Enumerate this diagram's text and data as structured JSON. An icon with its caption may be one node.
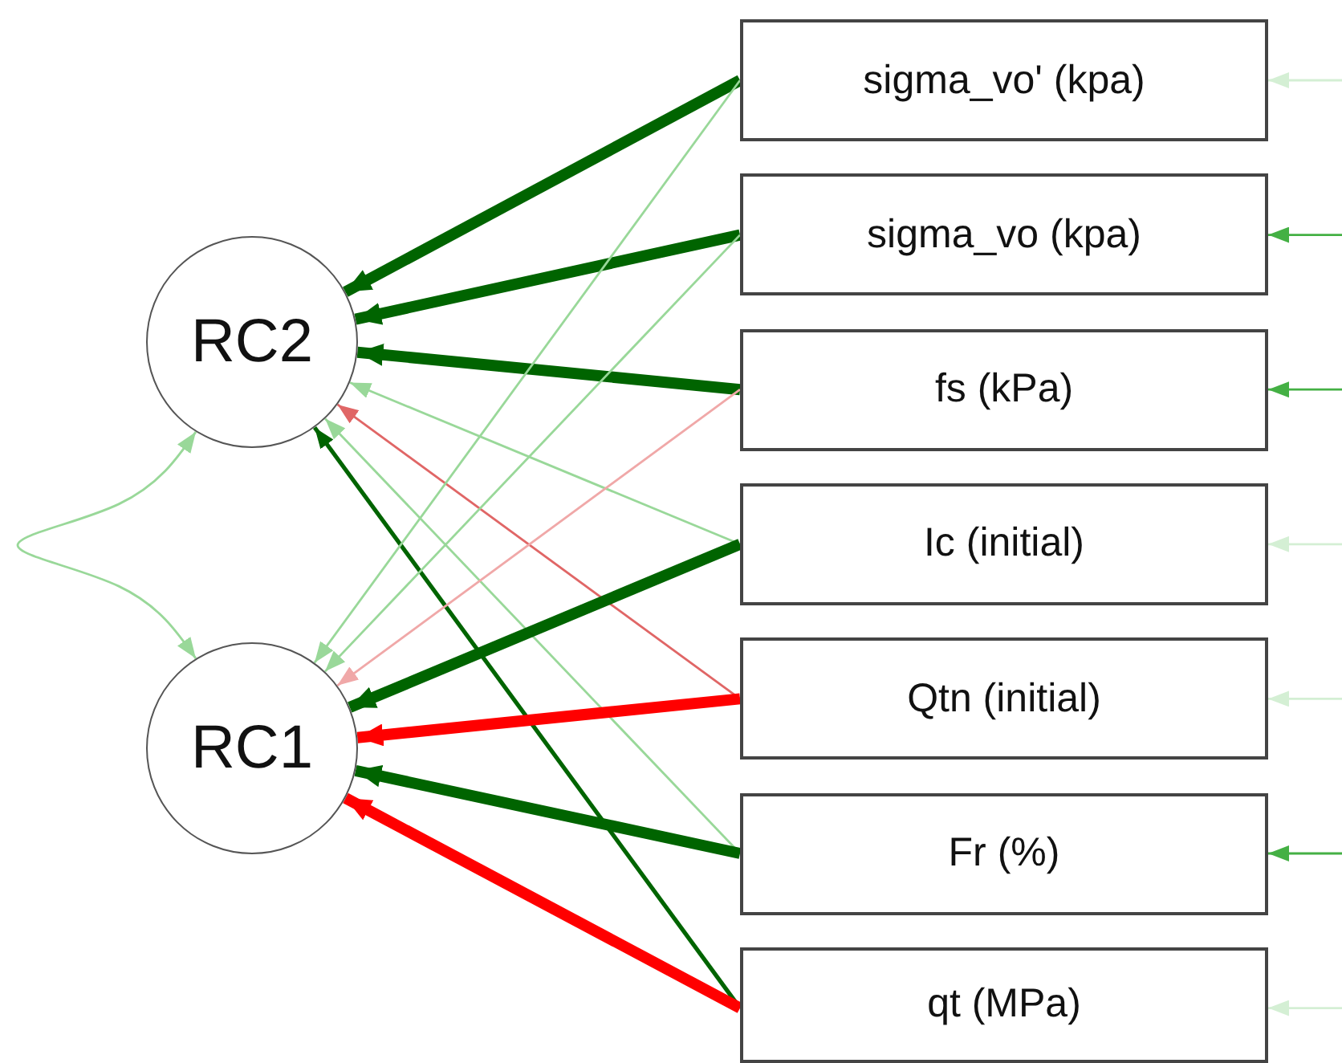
{
  "diagram": {
    "nodes": [
      {
        "text": [
          "RC2"
        ]
      },
      {
        "text": [
          "RC1"
        ]
      },
      {
        "text": [
          "sigma_vo' (kpa)"
        ]
      },
      {
        "text": [
          "sigma_vo (kpa)"
        ]
      },
      {
        "text": [
          "fs (kPa)"
        ]
      },
      {
        "text": [
          "Ic (initial)"
        ]
      },
      {
        "text": [
          "Qtn (initial)"
        ]
      },
      {
        "text": [
          "Fr (%)"
        ]
      },
      {
        "text": [
          "qt (MPa)"
        ]
      }
    ],
    "edges": [
      {
        "from": 2,
        "to": 0,
        "arrow": "to",
        "style": "thick"
      },
      {
        "from": 3,
        "to": 0,
        "arrow": "to",
        "style": "thick"
      },
      {
        "from": 4,
        "to": 0,
        "arrow": "to",
        "style": "thick"
      },
      {
        "from": 5,
        "to": 0,
        "arrow": "to",
        "color": "#99d899"
      },
      {
        "from": 6,
        "to": 0,
        "arrow": "to",
        "color": "#e06666"
      },
      {
        "from": 7,
        "to": 0,
        "arrow": "to",
        "color": "#99d899"
      },
      {
        "from": 8,
        "to": 0,
        "arrow": "to"
      },
      {
        "from": 2,
        "to": 1,
        "arrow": "to",
        "color": "#99d899"
      },
      {
        "from": 3,
        "to": 1,
        "arrow": "to",
        "color": "#99d899"
      },
      {
        "from": 4,
        "to": 1,
        "arrow": "to",
        "color": "#f0a8a8"
      },
      {
        "from": 5,
        "to": 1,
        "arrow": "to",
        "style": "thick"
      },
      {
        "from": 6,
        "to": 1,
        "arrow": "to",
        "style": "thick",
        "color": "#ff0000"
      },
      {
        "from": 7,
        "to": 1,
        "arrow": "to",
        "style": "thick"
      },
      {
        "from": 8,
        "to": 1,
        "arrow": "to",
        "style": "thick",
        "color": "#ff0000"
      },
      {
        "from": 0,
        "to": 1,
        "arrow": "both",
        "color": "#99d899"
      },
      {
        "from": null,
        "to": 2,
        "arrow": "to",
        "color": "#d4efd4"
      },
      {
        "from": null,
        "to": 3,
        "arrow": "to",
        "color": "#44b044"
      },
      {
        "from": null,
        "to": 4,
        "arrow": "to",
        "color": "#44b044"
      },
      {
        "from": null,
        "to": 5,
        "arrow": "to",
        "color": "#d4efd4"
      },
      {
        "from": null,
        "to": 6,
        "arrow": "to",
        "color": "#d4efd4"
      },
      {
        "from": null,
        "to": 7,
        "arrow": "to",
        "color": "#44b044"
      },
      {
        "from": null,
        "to": 8,
        "arrow": "to",
        "color": "#d4efd4"
      }
    ]
  }
}
